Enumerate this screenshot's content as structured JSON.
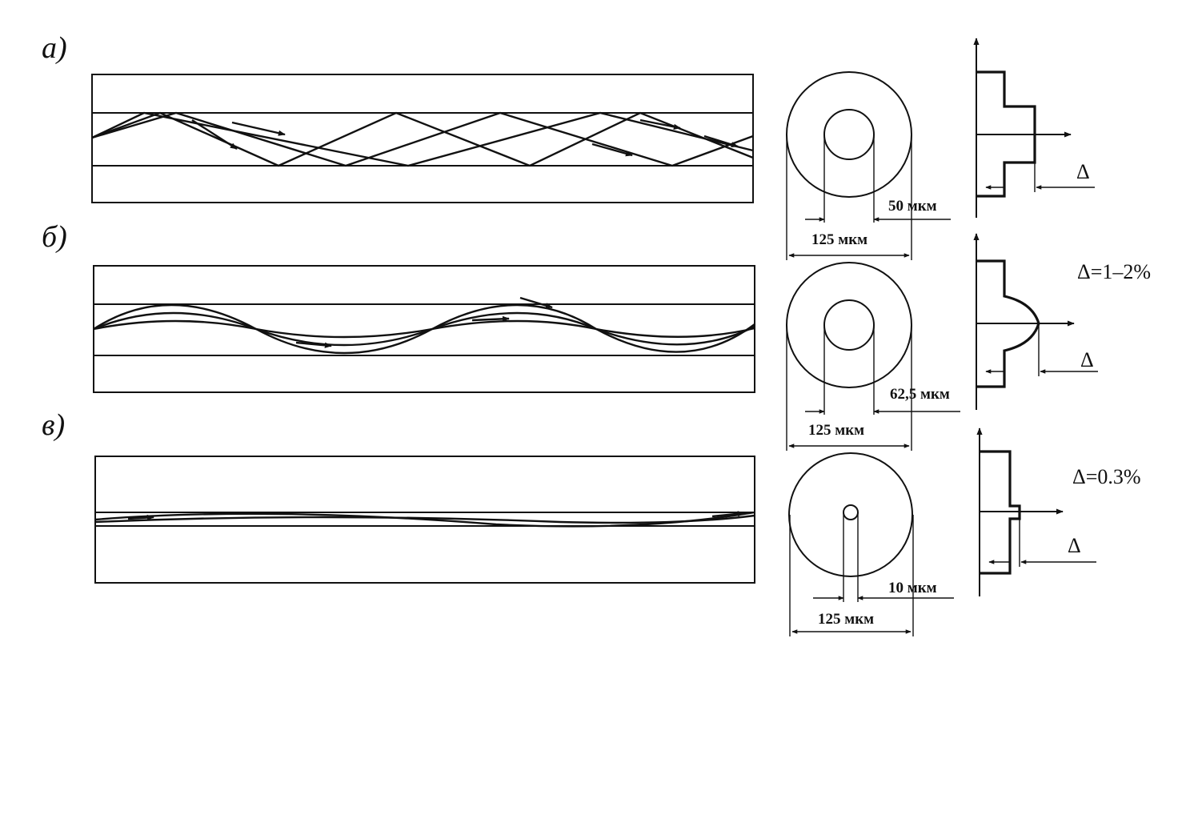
{
  "panels": [
    {
      "label": "а)",
      "core_dim": "50 мкм",
      "clad_dim": "125 мкм",
      "delta_sym": "Δ",
      "delta_note": ""
    },
    {
      "label": "б)",
      "core_dim": "62,5 мкм",
      "clad_dim": "125 мкм",
      "delta_sym": "Δ",
      "delta_note": "Δ=1–2%"
    },
    {
      "label": "в)",
      "core_dim": "10 мкм",
      "clad_dim": "125 мкм",
      "delta_sym": "Δ",
      "delta_note": "Δ=0.3%"
    }
  ]
}
